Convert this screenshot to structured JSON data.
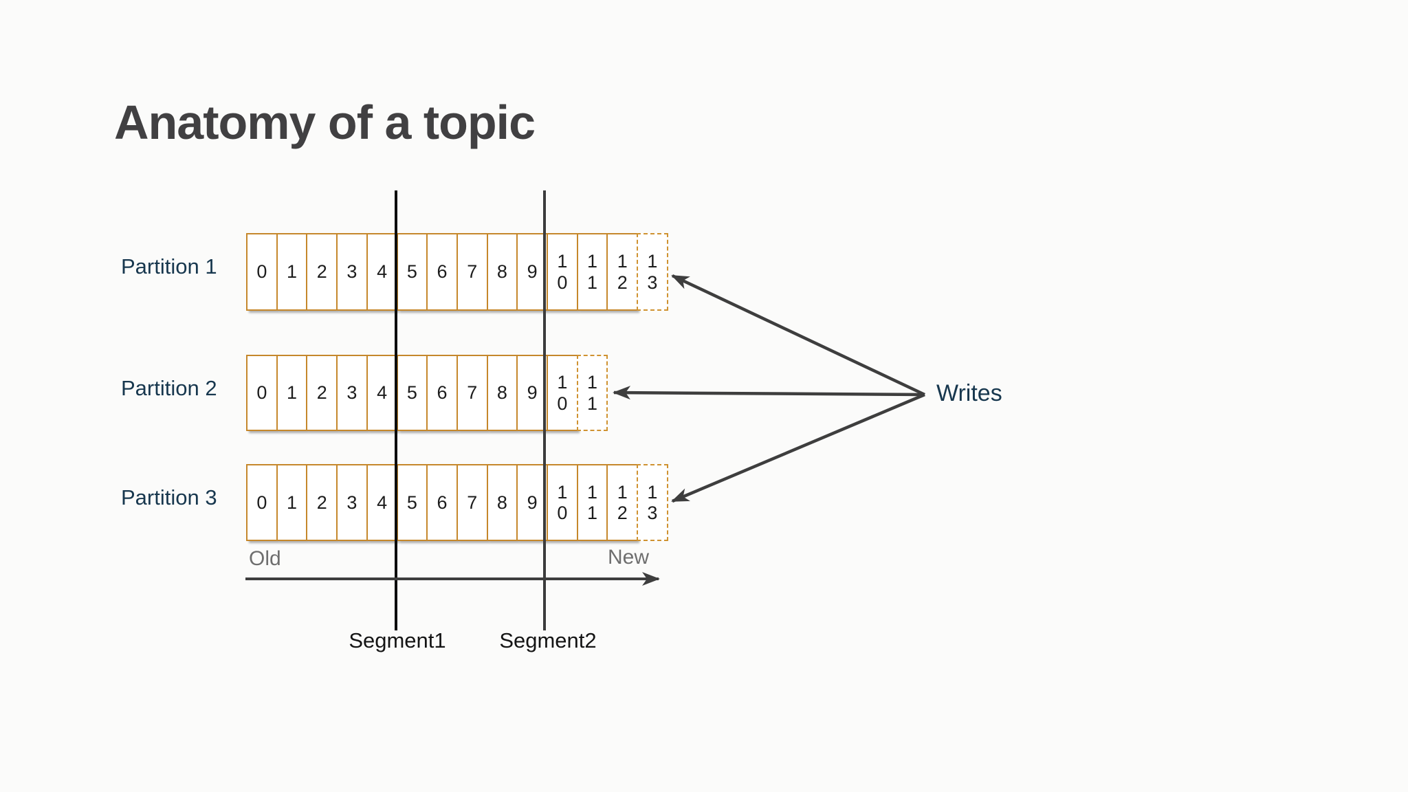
{
  "title": "Anatomy of a topic",
  "partitions": [
    {
      "name": "Partition 1",
      "cells": [
        "0",
        "1",
        "2",
        "3",
        "4",
        "5",
        "6",
        "7",
        "8",
        "9",
        "10",
        "11",
        "12",
        "13"
      ]
    },
    {
      "name": "Partition 2",
      "cells": [
        "0",
        "1",
        "2",
        "3",
        "4",
        "5",
        "6",
        "7",
        "8",
        "9",
        "10",
        "11"
      ]
    },
    {
      "name": "Partition 3",
      "cells": [
        "0",
        "1",
        "2",
        "3",
        "4",
        "5",
        "6",
        "7",
        "8",
        "9",
        "10",
        "11",
        "12",
        "13"
      ]
    }
  ],
  "segments": [
    {
      "label": "Segment1"
    },
    {
      "label": "Segment2"
    }
  ],
  "axis": {
    "old": "Old",
    "new": "New"
  },
  "writes_label": "Writes",
  "colors": {
    "title_text": "#414042",
    "partition_text": "#17374e",
    "cell_border": "#c5872b",
    "cell_border_dashed": "#cf9230",
    "segment1_line": "#0d0d0d",
    "segment2_line": "#3c3c3c",
    "segment_text": "#141414",
    "axis_text": "#6e6e6e",
    "arrow": "#3e3e3e",
    "background": "#fbfbfa"
  }
}
